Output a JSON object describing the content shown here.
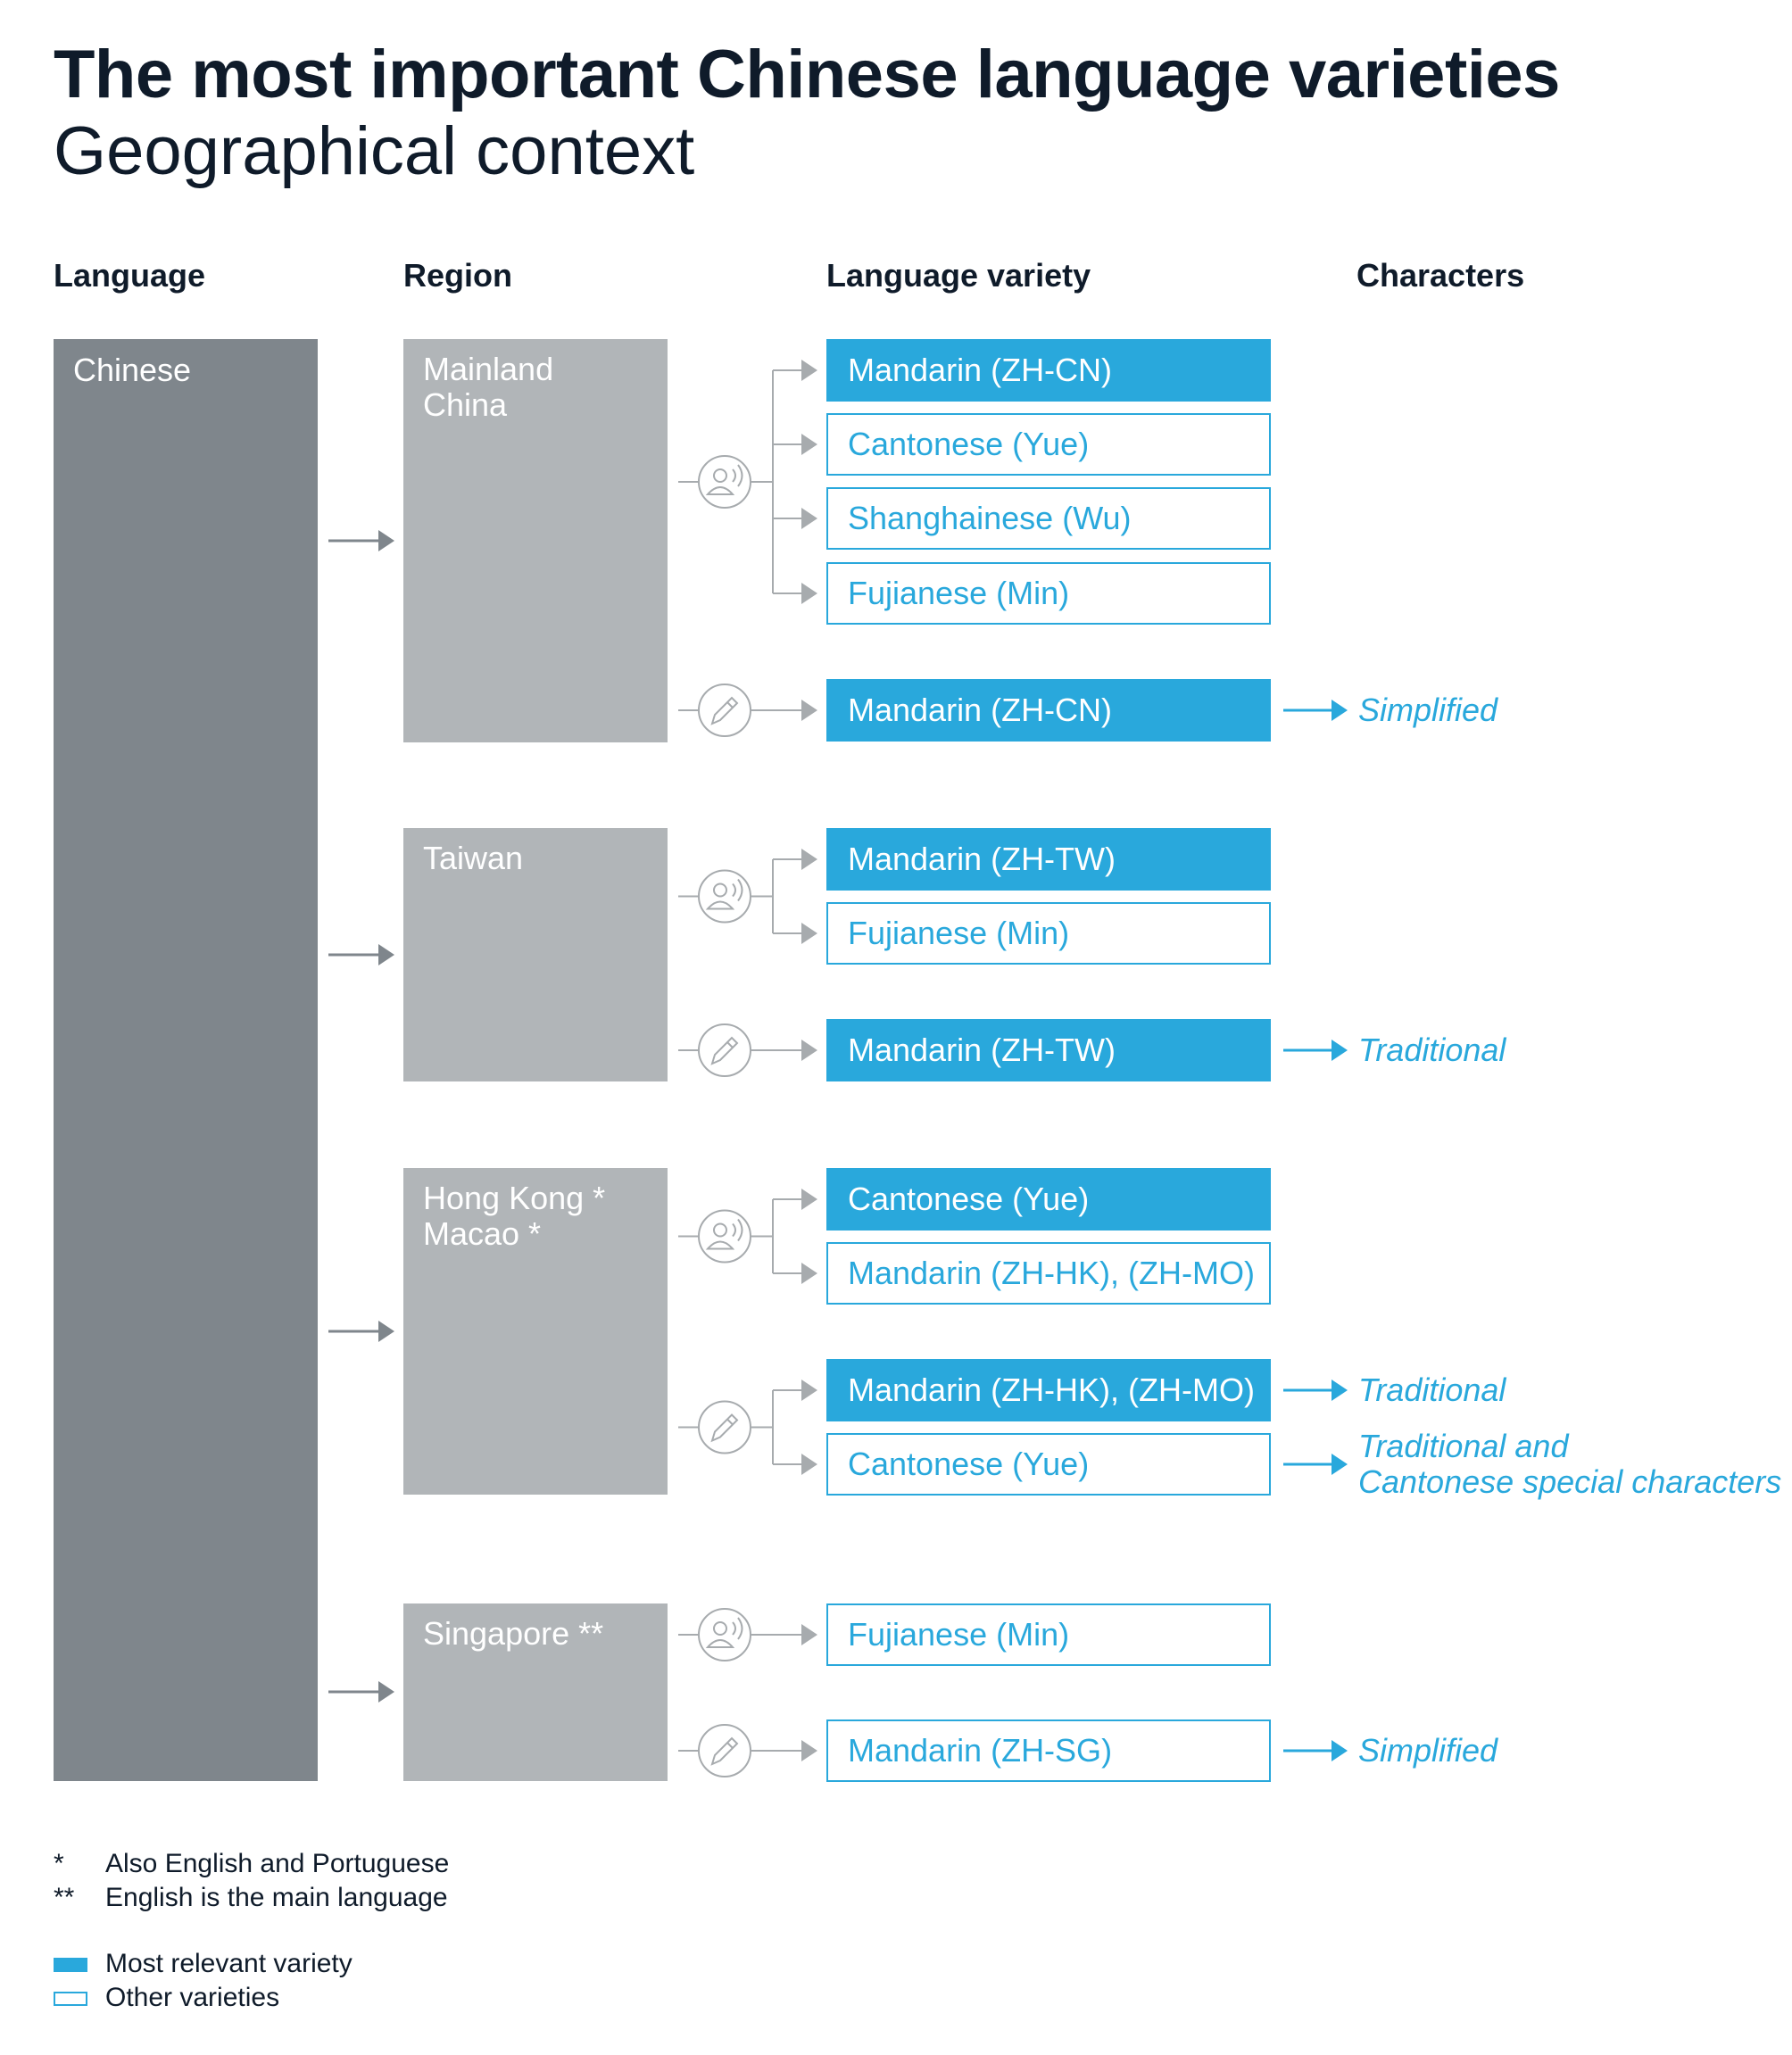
{
  "title": "The most important Chinese language varieties",
  "subtitle": "Geographical context",
  "columns": {
    "language": "Language",
    "region": "Region",
    "variety": "Language variety",
    "characters": "Characters"
  },
  "language": "Chinese",
  "regions": [
    {
      "label": "Mainland\nChina",
      "spoken": [
        {
          "label": "Mandarin (ZH-CN)",
          "relevant": true
        },
        {
          "label": "Cantonese (Yue)",
          "relevant": false
        },
        {
          "label": "Shanghainese (Wu)",
          "relevant": false
        },
        {
          "label": "Fujianese (Min)",
          "relevant": false
        }
      ],
      "written": [
        {
          "label": "Mandarin (ZH-CN)",
          "relevant": true,
          "characters": "Simplified"
        }
      ]
    },
    {
      "label": "Taiwan",
      "spoken": [
        {
          "label": "Mandarin (ZH-TW)",
          "relevant": true
        },
        {
          "label": "Fujianese (Min)",
          "relevant": false
        }
      ],
      "written": [
        {
          "label": "Mandarin (ZH-TW)",
          "relevant": true,
          "characters": "Traditional"
        }
      ]
    },
    {
      "label": "Hong Kong *\nMacao *",
      "spoken": [
        {
          "label": "Cantonese (Yue)",
          "relevant": true
        },
        {
          "label": "Mandarin (ZH-HK), (ZH-MO)",
          "relevant": false
        }
      ],
      "written": [
        {
          "label": "Mandarin (ZH-HK), (ZH-MO)",
          "relevant": true,
          "characters": "Traditional"
        },
        {
          "label": "Cantonese (Yue)",
          "relevant": false,
          "characters": "Traditional and\nCantonese special characters"
        }
      ]
    },
    {
      "label": "Singapore **",
      "spoken": [
        {
          "label": "Fujianese (Min)",
          "relevant": false
        }
      ],
      "written": [
        {
          "label": "Mandarin (ZH-SG)",
          "relevant": false,
          "characters": "Simplified"
        }
      ]
    }
  ],
  "footnotes": [
    {
      "mark": "*",
      "text": "Also English and Portuguese"
    },
    {
      "mark": "**",
      "text": "English is the main language"
    }
  ],
  "legend": [
    {
      "type": "filled",
      "label": "Most relevant variety"
    },
    {
      "type": "outline",
      "label": "Other varieties"
    }
  ],
  "colors": {
    "accent": "#29a8dc",
    "language_block": "#7f868c",
    "region_block": "#b1b5b8",
    "text_dark": "#0f1b2a",
    "connector": "#a7abae"
  },
  "icons": {
    "spoken": "speaking-person-icon",
    "written": "pen-icon"
  }
}
